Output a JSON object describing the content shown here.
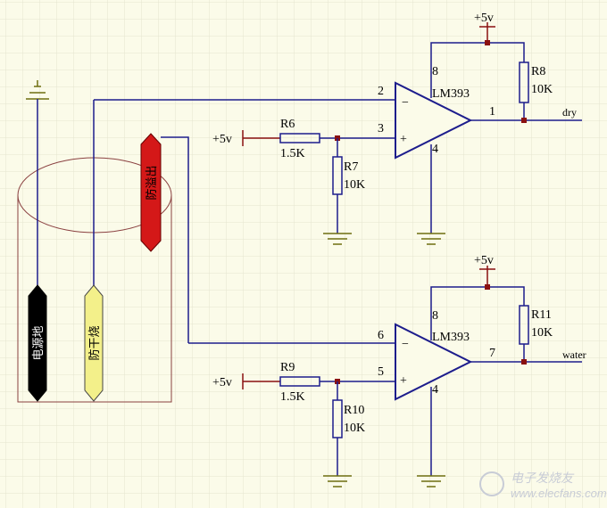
{
  "colors": {
    "background": "#fbfbe9",
    "grid": "#e4e4cf",
    "wire": "#1c1c8c",
    "component": "#1c1c8c",
    "power_wire": "#8a1010",
    "ground_wire": "#6e6e10",
    "junction": "#8a1010",
    "container_outline": "#8a4040",
    "probe_black": "#000000",
    "probe_yellow": "#f3f08a",
    "probe_red": "#d41818",
    "watermark": "#c8ccd6"
  },
  "power_labels": {
    "top_opamp_vcc": "+5v",
    "bottom_opamp_vcc": "+5v",
    "r6_supply": "+5v",
    "r9_supply": "+5v"
  },
  "probes": {
    "ground": "电源地",
    "dry": "防干烧",
    "overflow": "防溢出"
  },
  "opamps": {
    "top": {
      "name": "LM393",
      "pin_inv": "2",
      "pin_noninv": "3",
      "pin_out": "1",
      "pin_vcc": "8",
      "pin_gnd": "4",
      "minus_sign": "−",
      "plus_sign": "+"
    },
    "bottom": {
      "name": "LM393",
      "pin_inv": "6",
      "pin_noninv": "5",
      "pin_out": "7",
      "pin_vcc": "8",
      "pin_gnd": "4",
      "minus_sign": "−",
      "plus_sign": "+"
    }
  },
  "resistors": {
    "r6": {
      "ref": "R6",
      "value": "1.5K"
    },
    "r7": {
      "ref": "R7",
      "value": "10K"
    },
    "r8": {
      "ref": "R8",
      "value": "10K"
    },
    "r9": {
      "ref": "R9",
      "value": "1.5K"
    },
    "r10": {
      "ref": "R10",
      "value": "10K"
    },
    "r11": {
      "ref": "R11",
      "value": "10K"
    }
  },
  "outputs": {
    "top": "dry",
    "bottom": "water"
  },
  "watermark": {
    "line1": "电子发烧友",
    "line2": "www.elecfans.com"
  }
}
